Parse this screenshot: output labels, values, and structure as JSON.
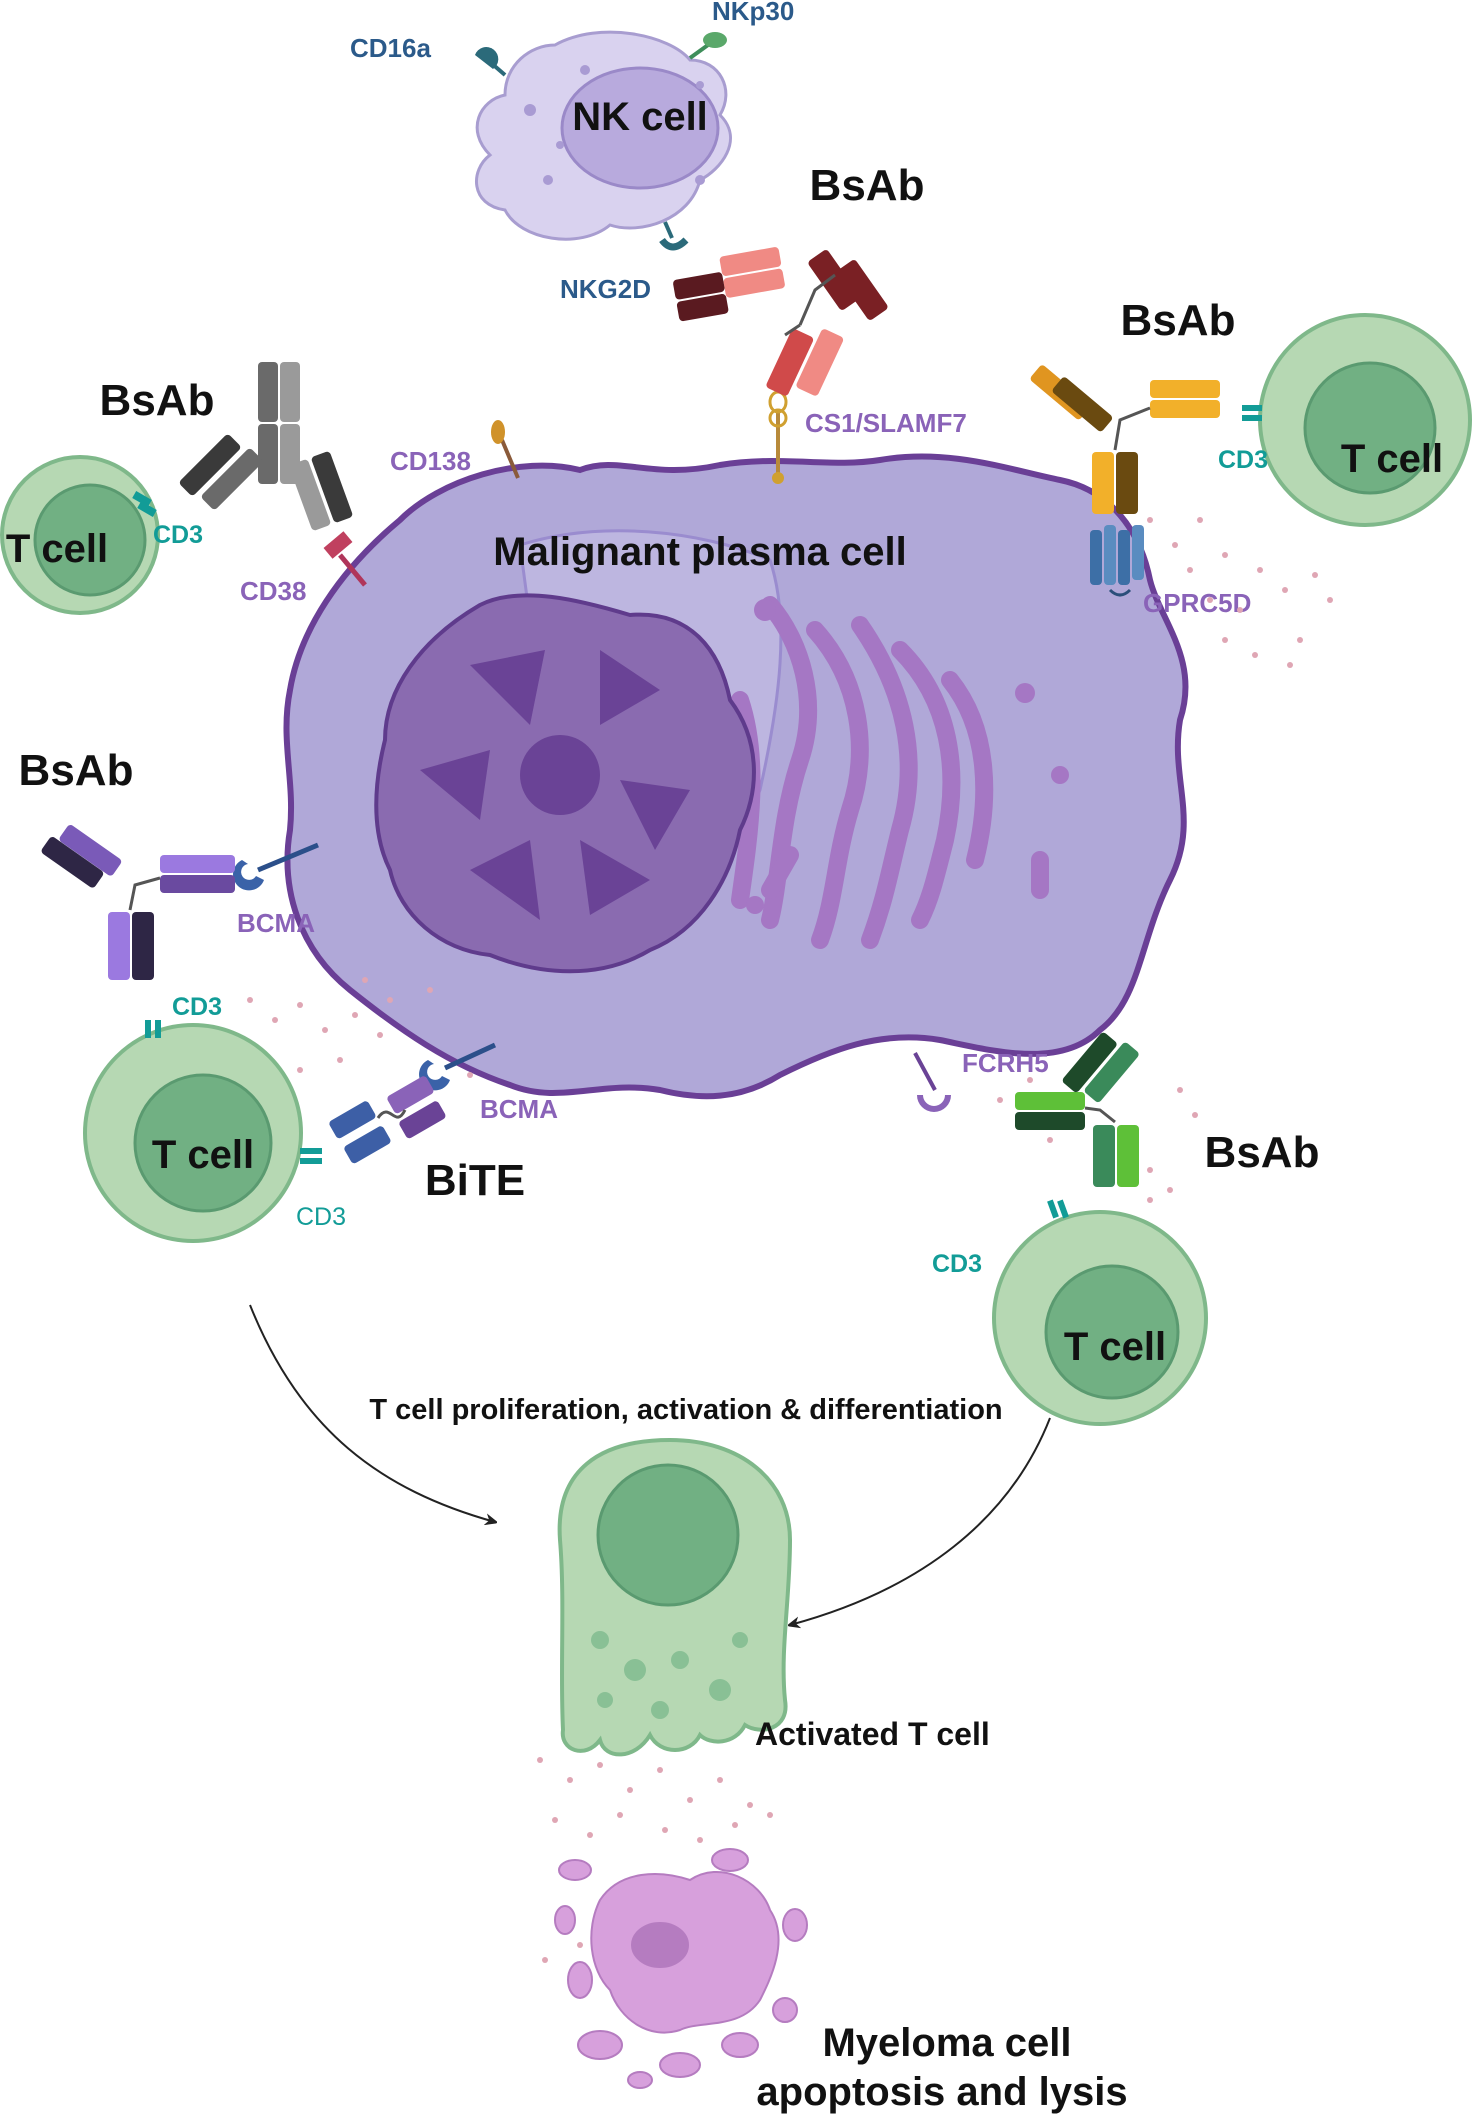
{
  "labels": {
    "nk_cell": "NK cell",
    "cd16a": "CD16a",
    "nkp30": "NKp30",
    "nkg2d": "NKG2D",
    "bsab": "BsAb",
    "bite": "BiTE",
    "t_cell": "T cell",
    "cd3": "CD3",
    "cd138": "CD138",
    "cd38": "CD38",
    "cs1_slamf7": "CS1/SLAMF7",
    "gprc5d": "GPRC5D",
    "bcma": "BCMA",
    "fcrh5": "FCRH5",
    "malignant_plasma_cell": "Malignant plasma cell",
    "proliferation": "T cell proliferation, activation & differentiation",
    "activated_t_cell": "Activated T cell",
    "myeloma_line1": "Myeloma cell",
    "myeloma_line2": "apoptosis and lysis"
  },
  "colors": {
    "plasma_cell_fill": "#b0a8d8",
    "plasma_cell_border": "#6a3f96",
    "nucleus": "#8a6bb0",
    "t_cell_outer": "#b6d8b3",
    "t_cell_inner": "#71b083",
    "nk_cell": "#d9d2ef",
    "myeloma_lysed": "#d7a0dc",
    "label_blue": "#2b5a8a",
    "label_purple": "#8a63b8",
    "label_teal": "#129c97"
  }
}
